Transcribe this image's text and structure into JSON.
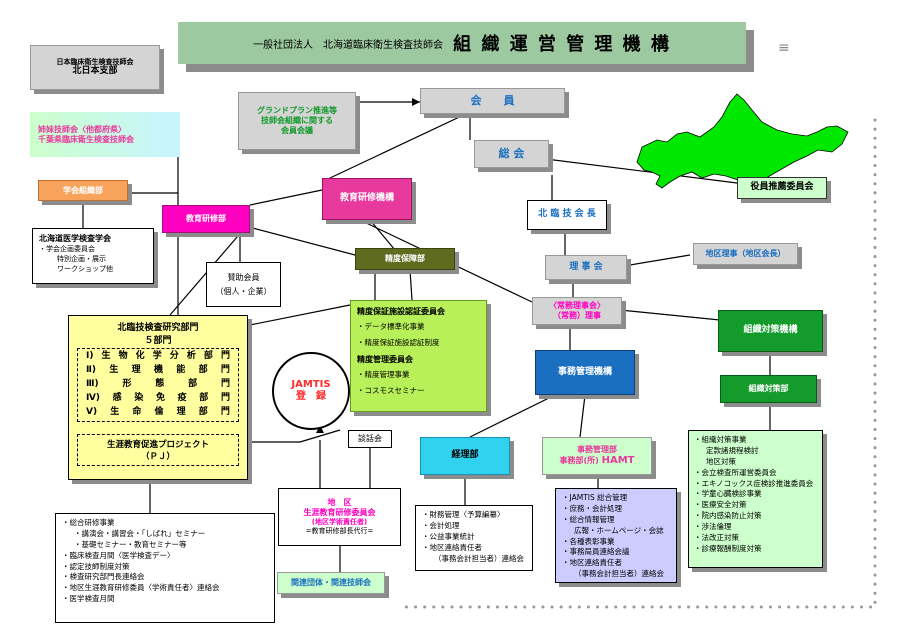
{
  "title": {
    "prefix": "一般社団法人　北海道臨床衛生検査技師会",
    "main": "組 織 運 営 管 理 機 構"
  },
  "title_marker": "≡",
  "nichirin": {
    "line1": "日本臨床衛生検査技師会",
    "line2": "北日本支部"
  },
  "sister": {
    "line1": "姉妹技師会〈他都府県〉",
    "line2": "千葉県臨床衛生検査技師会"
  },
  "grand_plan": {
    "line1": "グランドプラン推進等",
    "line2": "技師会組織に関する",
    "line3": "会員会議"
  },
  "kaiin": "会　　員",
  "soukai": "総 会",
  "yakuin": "役員推薦委員会",
  "gakkai_bu": "学会組織部",
  "gakkai": {
    "title": "北海道医学検査学会",
    "items": [
      "・学会企画委員会",
      "特別企画・展示",
      "ワークショップ他"
    ]
  },
  "kyoiku_kensyu_kikou": "教育研修機構",
  "kyoiku_kensyu_bu": "教育研修部",
  "seido_hosho_bu": "精度保障部",
  "sanjo": {
    "line1": "賛助会員",
    "line2": "（個人・企業）"
  },
  "hokurin_kaicho": "北 臨 技 会 長",
  "riji_kai": "理 事 会",
  "chiku_riji": "地区理事（地区会長）",
  "jonin": {
    "line1": "〈常務理事会〉",
    "line2": "（常務）理事"
  },
  "soshiki_kikou": "組織対策機構",
  "soshiki_bu": "組織対策部",
  "jimu_kikou": "事務管理機構",
  "seido_committee": {
    "title1": "精度保証施設認証委員会",
    "items1": [
      "・データ標準化事業",
      "・精度保証施設認証制度"
    ],
    "title2": "精度管理委員会",
    "items2": [
      "・精度管理事業",
      "・コスモスセミナー"
    ]
  },
  "kenkyu": {
    "title": "北臨技検査研究部門",
    "subtitle": "５部門",
    "departments": [
      {
        "num": "Ⅰ)",
        "chars": [
          "生",
          "物",
          "化",
          "学",
          "分",
          "析",
          "部",
          "門"
        ]
      },
      {
        "num": "Ⅱ)",
        "chars": [
          "生",
          "理",
          "機",
          "能",
          "部",
          "門"
        ]
      },
      {
        "num": "Ⅲ)",
        "chars": [
          "形",
          "態",
          "部",
          "門"
        ]
      },
      {
        "num": "Ⅳ)",
        "chars": [
          "感",
          "染",
          "免",
          "疫",
          "部",
          "門"
        ]
      },
      {
        "num": "Ⅴ)",
        "chars": [
          "生",
          "命",
          "倫",
          "理",
          "部",
          "門"
        ]
      }
    ],
    "project": "生涯教育促進プロジェクト",
    "pj": "（ＰＪ）"
  },
  "jamtis": {
    "line1": "JAMTIS",
    "line2": "登　録"
  },
  "danwakai": "談話会",
  "chiku_committee": {
    "line1": "地　区",
    "line2": "生涯教育研修委員会",
    "line3": "(地区学術責任者)",
    "line4": "=教育研修部長代行="
  },
  "kanren": "関連団体・関連技師会",
  "keiri_bu": "経理部",
  "jimu_bu": {
    "line1": "事務管理部",
    "line2": "事務部(所)",
    "hamt": "HAMT"
  },
  "kyoiku_list": [
    "・総合研修事業",
    "・講演会・講習会・「しばれ」セミナー",
    "・基礎セミナー・教育セミナー等",
    "・臨床検査月間〈医学検査デー〉",
    "・認定技師制度対策",
    "・検査研究部門長連絡会",
    "・地区生涯教育研修委員〈学術責任者〉連絡会",
    "・医学検査月間"
  ],
  "keiri_list": [
    "・財務管理〈予算編纂〉",
    "・会計処理",
    "・公益事業統計",
    "・地区連絡責任者",
    "（事務会計担当者）連絡会"
  ],
  "jimu_list": [
    "・JAMTIS 総合管理",
    "・庶務・会計処理",
    "・総合情報管理",
    "広報・ホームページ・会誌",
    "・各種表彰事業",
    "・事務局員連絡会議",
    "・地区連絡責任者",
    "（事務会計担当者）連絡会"
  ],
  "soshiki_list": [
    "・組織対策事業",
    "定款諸規程検討",
    "地区対策",
    "・会立検査所運営委員会",
    "・エキノコックス症検診推進委員会",
    "・学童心臓検診事業",
    "・医療安全対策",
    "・院内感染防止対策",
    "・渉法倫理",
    "・法改正対策",
    "・診療報酬制度対策"
  ],
  "colors": {
    "title_green": "#9dc9a0",
    "gray": "#d4d4d4",
    "pink": "#ff00c0",
    "magenta": "#e8399c",
    "olive": "#5f6b1f",
    "lime": "#b8f05a",
    "green": "#139b2c",
    "blue": "#1a6fc1",
    "cyan": "#31d1f0",
    "lightgreen": "#ccffcc",
    "yellow": "#ffffa0",
    "orange": "#f7a35c",
    "map_green": "#00e800"
  }
}
